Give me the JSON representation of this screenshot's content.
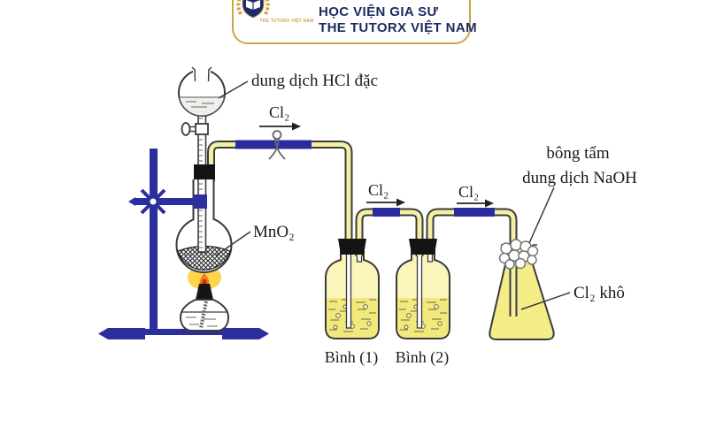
{
  "header": {
    "line1": "HỌC VIỆN GIA SƯ",
    "line2": "THE TUTORX VIỆT NAM",
    "logo_caption": "THE TUTORX VIỆT NAM"
  },
  "labels": {
    "hcl": "dung dịch HCl đặc",
    "mno2": "MnO₂",
    "cl2_1": "Cl₂",
    "cl2_2": "Cl₂",
    "cl2_3": "Cl₂",
    "naoh_1": "bông tẩm",
    "naoh_2": "dung dịch NaOH",
    "cl2_dry": "Cl₂ khô",
    "bottle1": "Bình (1)",
    "bottle2": "Bình (2)"
  },
  "colors": {
    "stand_blue": "#2b2f9e",
    "rubber_blue": "#2a2c9e",
    "tube_yellow": "#f5efa3",
    "liquid_yellow": "#f2e87c",
    "gas_yellow": "#f4ec86",
    "flame_glow": "#fdd44c",
    "flame_orange": "#f08018",
    "banner_gold": "#c9a64a",
    "banner_navy": "#1b2a5e"
  }
}
